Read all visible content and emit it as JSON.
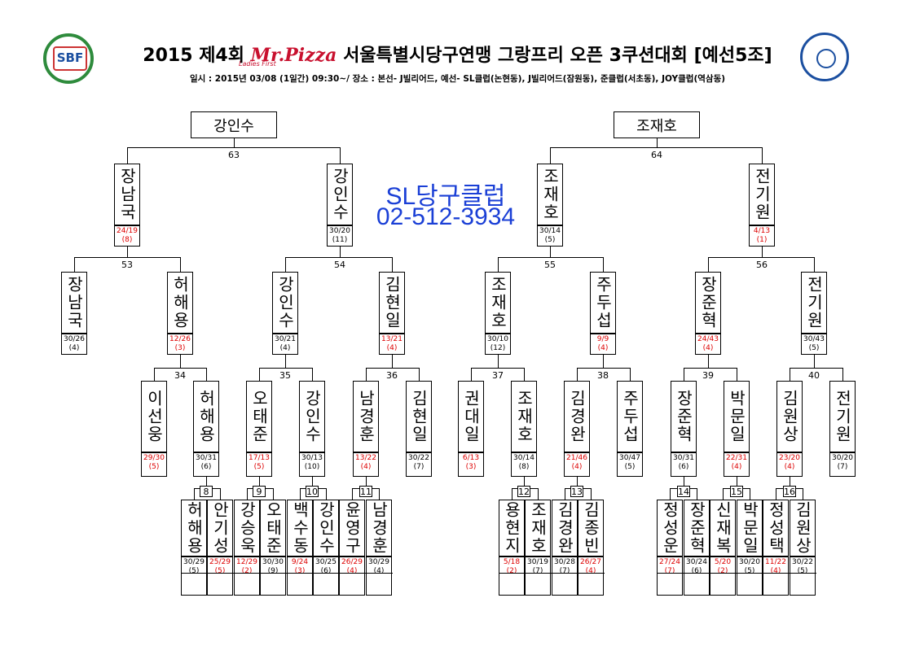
{
  "header": {
    "year": "2015",
    "round": "제4회",
    "sponsor": "Mr.Pizza",
    "sponsor_tagline": "Ladies First",
    "event": "서울특별시당구연맹 그랑프리 오픈 3쿠션대회 [예선5조]",
    "details": "일시 : 2015년 03/08 (1일간) 09:30~/ 장소 : 본선- J빌리어드, 예선- SL클럽(논현동), J빌리어드(잠원동), 준클럽(서초동), JOY클럽(역삼동)"
  },
  "logos": {
    "left": "SBF",
    "right": "seoul-billiards-federation-seal"
  },
  "advert": {
    "club": "SL당구클럽",
    "phone": "02-512-3934",
    "color": "#1a3fd6"
  },
  "colors": {
    "loss_score": "#dd0000"
  },
  "finals": {
    "left": "강인수",
    "right": "조재호"
  },
  "matches": {
    "m63": "63",
    "m64": "64",
    "m53": "53",
    "m54": "54",
    "m55": "55",
    "m56": "56",
    "m34": "34",
    "m35": "35",
    "m36": "36",
    "m37": "37",
    "m38": "38",
    "m39": "39",
    "m40": "40",
    "m8": "8",
    "m9": "9",
    "m10": "10",
    "m11": "11",
    "m12": "12",
    "m13": "13",
    "m14": "14",
    "m15": "15",
    "m16": "16"
  },
  "players": {
    "r3_1": {
      "name": "장남국",
      "score": "24/19",
      "rank": "(8)"
    },
    "r3_2": {
      "name": "강인수",
      "score": "30/20",
      "rank": "(11)"
    },
    "r3_3": {
      "name": "조재호",
      "score": "30/14",
      "rank": "(5)"
    },
    "r3_4": {
      "name": "전기원",
      "score": "4/13",
      "rank": "(1)"
    },
    "r2_1": {
      "name": "장남국",
      "score": "30/26",
      "rank": "(4)"
    },
    "r2_2": {
      "name": "허해용",
      "score": "12/26",
      "rank": "(3)"
    },
    "r2_3": {
      "name": "강인수",
      "score": "30/21",
      "rank": "(4)"
    },
    "r2_4": {
      "name": "김현일",
      "score": "13/21",
      "rank": "(4)"
    },
    "r2_5": {
      "name": "조재호",
      "score": "30/10",
      "rank": "(12)"
    },
    "r2_6": {
      "name": "주두섭",
      "score": "9/9",
      "rank": "(4)"
    },
    "r2_7": {
      "name": "장준혁",
      "score": "24/43",
      "rank": "(4)"
    },
    "r2_8": {
      "name": "전기원",
      "score": "30/43",
      "rank": "(5)"
    },
    "r1_1": {
      "name": "이선웅",
      "score": "29/30",
      "rank": "(5)"
    },
    "r1_2": {
      "name": "허해용",
      "score": "30/31",
      "rank": "(6)"
    },
    "r1_3": {
      "name": "오태준",
      "score": "17/13",
      "rank": "(5)"
    },
    "r1_4": {
      "name": "강인수",
      "score": "30/13",
      "rank": "(10)"
    },
    "r1_5": {
      "name": "남경훈",
      "score": "13/22",
      "rank": "(4)"
    },
    "r1_6": {
      "name": "김현일",
      "score": "30/22",
      "rank": "(7)"
    },
    "r1_7": {
      "name": "권대일",
      "score": "6/13",
      "rank": "(3)"
    },
    "r1_8": {
      "name": "조재호",
      "score": "30/14",
      "rank": "(8)"
    },
    "r1_9": {
      "name": "김경완",
      "score": "21/46",
      "rank": "(4)"
    },
    "r1_10": {
      "name": "주두섭",
      "score": "30/47",
      "rank": "(5)"
    },
    "r1_11": {
      "name": "장준혁",
      "score": "30/31",
      "rank": "(6)"
    },
    "r1_12": {
      "name": "박문일",
      "score": "22/31",
      "rank": "(4)"
    },
    "r1_13": {
      "name": "김원상",
      "score": "23/20",
      "rank": "(4)"
    },
    "r1_14": {
      "name": "전기원",
      "score": "30/20",
      "rank": "(7)"
    },
    "r0_1": {
      "name": "허해용",
      "score": "30/29",
      "rank": "(5)"
    },
    "r0_2": {
      "name": "안기성",
      "score": "25/29",
      "rank": "(5)"
    },
    "r0_3": {
      "name": "강승욱",
      "score": "12/29",
      "rank": "(2)"
    },
    "r0_4": {
      "name": "오태준",
      "score": "30/30",
      "rank": "(9)"
    },
    "r0_5": {
      "name": "백수동",
      "score": "9/24",
      "rank": "(3)"
    },
    "r0_6": {
      "name": "강인수",
      "score": "30/25",
      "rank": "(6)"
    },
    "r0_7": {
      "name": "윤영구",
      "score": "26/29",
      "rank": "(4)"
    },
    "r0_8": {
      "name": "남경훈",
      "score": "30/29",
      "rank": "(4)"
    },
    "r0_9": {
      "name": "용현지",
      "score": "5/18",
      "rank": "(2)"
    },
    "r0_10": {
      "name": "조재호",
      "score": "30/19",
      "rank": "(7)"
    },
    "r0_11": {
      "name": "김경완",
      "score": "30/28",
      "rank": "(7)"
    },
    "r0_12": {
      "name": "김종빈",
      "score": "26/27",
      "rank": "(4)"
    },
    "r0_13": {
      "name": "정성운",
      "score": "27/24",
      "rank": "(7)"
    },
    "r0_14": {
      "name": "장준혁",
      "score": "30/24",
      "rank": "(6)"
    },
    "r0_15": {
      "name": "신재복",
      "score": "5/20",
      "rank": "(2)"
    },
    "r0_16": {
      "name": "박문일",
      "score": "30/20",
      "rank": "(5)"
    },
    "r0_17": {
      "name": "정성택",
      "score": "11/22",
      "rank": "(4)"
    },
    "r0_18": {
      "name": "김원상",
      "score": "30/22",
      "rank": "(5)"
    }
  }
}
